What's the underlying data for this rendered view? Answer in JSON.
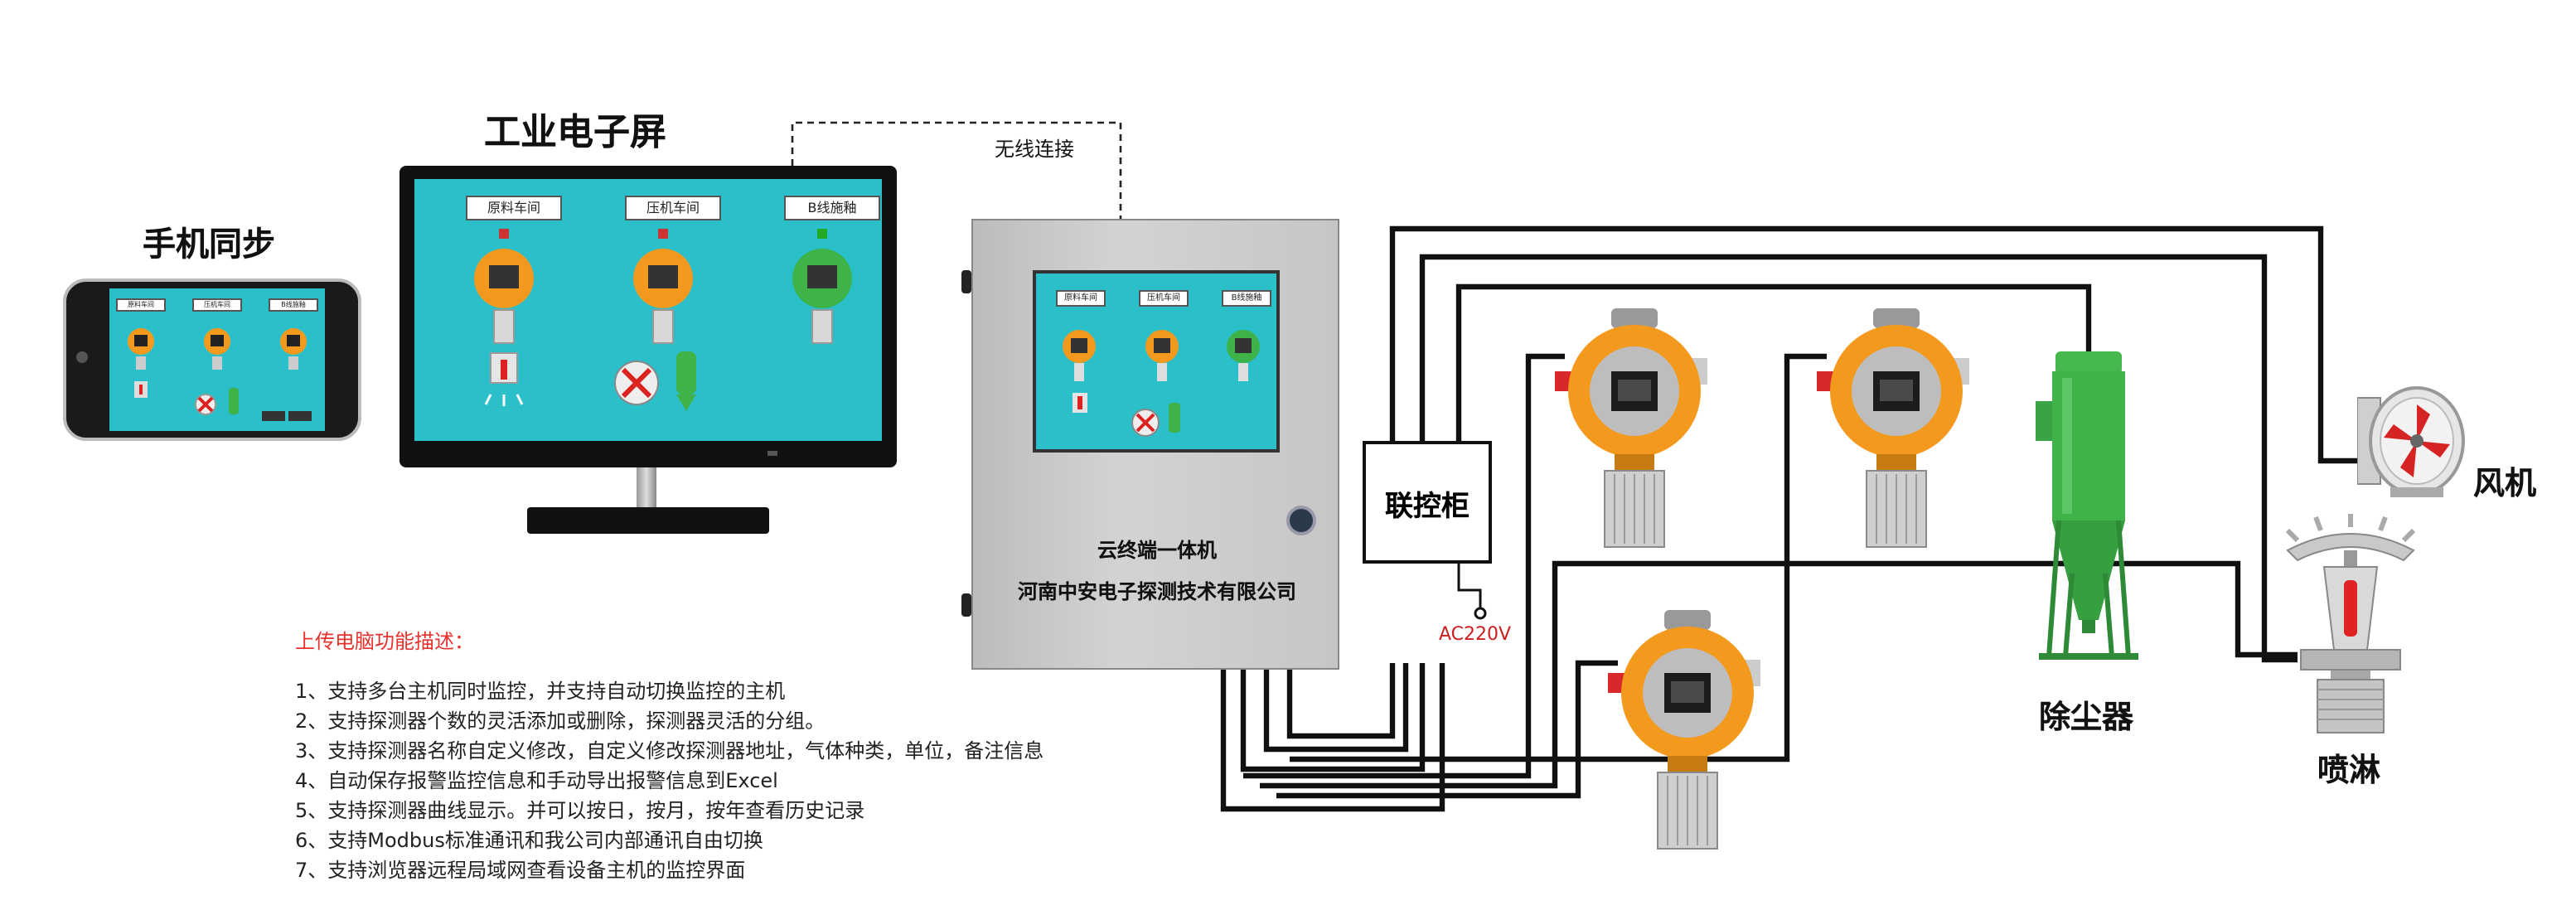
{
  "captions": {
    "phone_sync": "手机同步",
    "industrial_screen": "工业电子屏",
    "wireless": "无线连接",
    "control_cabinet": "联控柜",
    "ac_power": "AC220V",
    "dust_remover": "除尘器",
    "fan": "风机",
    "sprinkler": "喷淋"
  },
  "monitor_tabs": [
    "原料车间",
    "压机车间",
    "B线施釉"
  ],
  "cabinet_tabs": [
    "原料车间",
    "压机车间",
    "B线施釉"
  ],
  "phone_tabs": [
    "原料车间",
    "压机车间",
    "B线施釉"
  ],
  "cabinet": {
    "name": "云终端一体机",
    "company": "河南中安电子探测技术有限公司"
  },
  "features": {
    "title": "上传电脑功能描述：",
    "items": [
      "1、支持多台主机同时监控，并支持自动切换监控的主机",
      "2、支持探测器个数的灵活添加或删除，探测器灵活的分组。",
      "3、支持探测器名称自定义修改，自定义修改探测器地址，气体种类，单位，备注信息",
      "4、自动保存报警监控信息和手动导出报警信息到Excel",
      "5、支持探测器曲线显示。并可以按日，按月，按年查看历史记录",
      "6、支持Modbus标准通讯和我公司内部通讯自由切换",
      "7、支持浏览器远程局域网查看设备主机的监控界面"
    ]
  },
  "colors": {
    "screen": "#2bbfc9",
    "detector_orange": "#f39a1e",
    "dust_green": "#3fb34a",
    "features_title": "#e8302c",
    "ac_power": "#cc1f1f"
  },
  "icons": [
    "detector-icon",
    "sprinkler-icon",
    "fan-icon",
    "dust-remover-icon"
  ]
}
